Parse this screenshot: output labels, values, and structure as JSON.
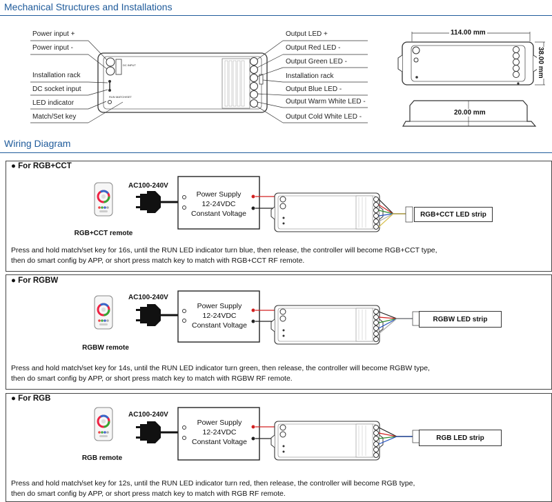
{
  "sections": {
    "mechanical_title": "Mechanical Structures and Installations",
    "wiring_title": "Wiring Diagram"
  },
  "mechanical": {
    "left_labels": [
      "Power input +",
      "Power input -",
      "Installation rack",
      "DC socket input",
      "LED indicator",
      "Match/Set key"
    ],
    "right_labels": [
      "Output LED +",
      "Output Red LED -",
      "Output Green LED -",
      "Installation rack",
      "Output Blue LED -",
      "Output Warm White LED -",
      "Output Cold White LED -"
    ],
    "dim_width": "114.00 mm",
    "dim_height": "38.00 mm",
    "dim_depth": "20.00 mm",
    "tiny_labels": {
      "run": "RUN",
      "match": "MATCH/SET",
      "dc": "DC INPUT"
    }
  },
  "wiring": {
    "ac_label": "AC100-240V",
    "power_supply": [
      "Power Supply",
      "12-24VDC",
      "Constant Voltage"
    ],
    "panels": [
      {
        "title": "● For RGB+CCT",
        "remote_label": "RGB+CCT remote",
        "strip_label": "RGB+CCT LED strip",
        "desc1": "Press and hold match/set key for 16s, until the RUN LED indicator turn blue, then release, the controller will become RGB+CCT type,",
        "desc2": "then do  smart  config by APP, or  short press match key to match  with RGB+CCT  RF  remote."
      },
      {
        "title": "● For RGBW",
        "remote_label": "RGBW remote",
        "strip_label": "RGBW LED strip",
        "desc1": "Press and hold match/set key for 14s, until the RUN LED indicator turn green, then release, the controller will become RGBW type,",
        "desc2": "then do  smart  config by APP, or  short press match key to match  with RGBW  RF  remote."
      },
      {
        "title": "● For RGB",
        "remote_label": "RGB remote",
        "strip_label": "RGB LED strip",
        "desc1": "Press and hold match/set key for 12s, until the RUN LED indicator turn red, then release, the controller will become RGB type,",
        "desc2": "then do  smart  config by APP, or  short press match key to match  with RGB  RF  remote."
      }
    ]
  },
  "colors": {
    "accent": "#1e5a9a",
    "red_wire": "#d22020"
  }
}
